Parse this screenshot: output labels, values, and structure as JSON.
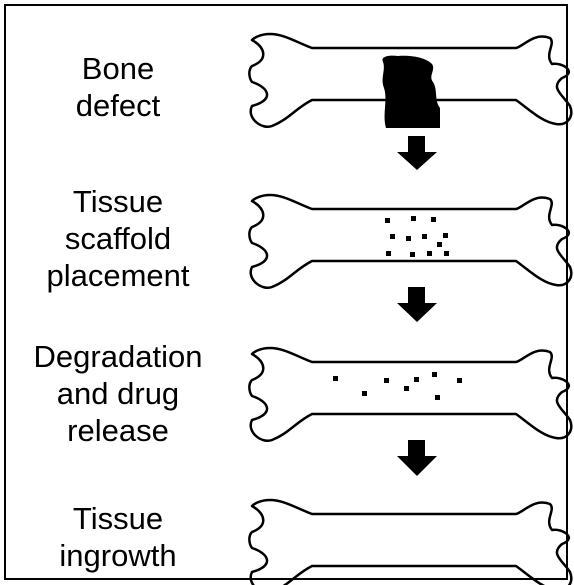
{
  "steps": [
    {
      "line1": "Bone",
      "line2": "defect",
      "line3": ""
    },
    {
      "line1": "Tissue",
      "line2": "scaffold",
      "line3": "placement"
    },
    {
      "line1": "Degradation",
      "line2": "and drug",
      "line3": "release"
    },
    {
      "line1": "Tissue",
      "line2": "ingrowth",
      "line3": ""
    }
  ],
  "colors": {
    "stroke": "#000000",
    "fill": "#000000",
    "background": "#ffffff"
  }
}
